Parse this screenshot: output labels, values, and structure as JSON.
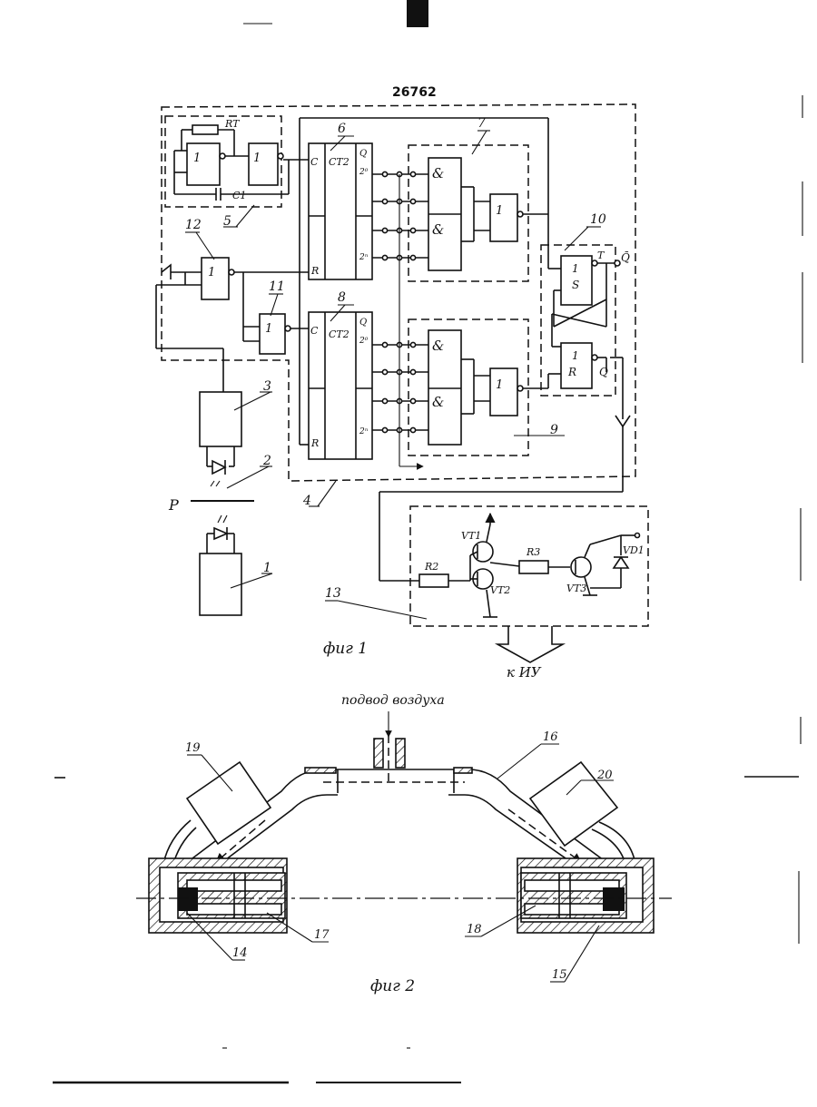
{
  "patent_number": "26762",
  "fig1": {
    "caption": "фиг 1",
    "callouts": [
      "1",
      "2",
      "3",
      "4",
      "5",
      "6",
      "7",
      "8",
      "9",
      "10",
      "11",
      "12",
      "13"
    ],
    "gates": {
      "not_label": "1",
      "and_label": "&",
      "trigger_s": "S",
      "trigger_r": "R",
      "trigger_t": "T"
    },
    "counter_label": "CT2",
    "counter_pins": {
      "c": "C",
      "r": "R",
      "q": "Q",
      "bit1": "2⁰",
      "bitn": "2ⁿ"
    },
    "outputs": {
      "q": "Q",
      "q_bar": "Q̄"
    },
    "components": {
      "rt": "RT",
      "c1": "C1",
      "r2": "R2",
      "r3": "R3",
      "vt1": "VT1",
      "vt2": "VT2",
      "vt3": "VT3",
      "vd1": "VD1"
    },
    "p_label": "P",
    "iu_label": "к ИУ"
  },
  "fig2": {
    "caption": "фиг 2",
    "air_label": "подвод воздуха",
    "callouts": [
      "14",
      "15",
      "16",
      "17",
      "18",
      "19",
      "20"
    ]
  }
}
